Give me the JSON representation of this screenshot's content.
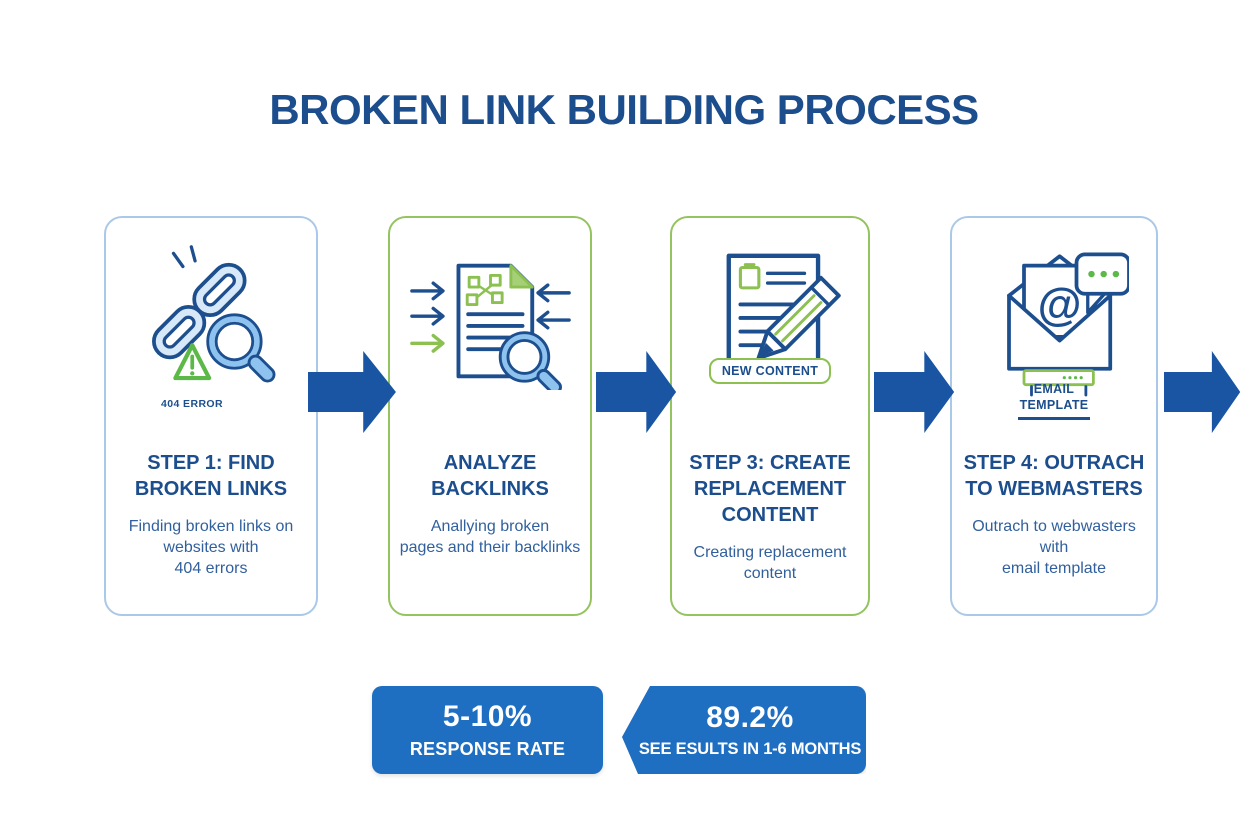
{
  "title": "BROKEN LINK BUILDING PROCESS",
  "colors": {
    "navy": "#1c4d8c",
    "desc-blue": "#31609d",
    "arrow-blue": "#1a55a3",
    "stat-blue": "#1e6ec2",
    "card-blue-border": "#aac9e8",
    "card-green-border": "#94c45f",
    "icon-blue": "#1d4f8f",
    "icon-light-blue": "#d7e9f8",
    "magnifier-blue": "#8fc3ef",
    "icon-green": "#5cb947",
    "icon-green-light": "#8cc152"
  },
  "steps": [
    {
      "icon": "broken-link-search-icon",
      "icon_label": "404 ERROR",
      "title_lines": [
        "STEP 1: FIND",
        "BROKEN LINKS"
      ],
      "desc_lines": [
        "Finding broken links on",
        "websites with",
        "404 errors"
      ]
    },
    {
      "icon": "analyze-backlinks-icon",
      "title_lines": [
        "ANALYZE",
        "BACKLINKS"
      ],
      "desc_lines": [
        "Anallying broken",
        "pages and their backlinks"
      ]
    },
    {
      "icon": "new-content-pencil-icon",
      "icon_label": "NEW CONTENT",
      "title_lines": [
        "STEP 3: CREATE",
        "REPLACEMENT",
        "CONTENT"
      ],
      "desc_lines": [
        "Creating replacement content"
      ]
    },
    {
      "icon": "email-outreach-icon",
      "icon_label_lines": [
        "EMAIL",
        "TEMPLATE"
      ],
      "title_lines": [
        "STEP 4: OUTRACH",
        "TO WEBMASTERS"
      ],
      "desc_lines": [
        "Outrach to webwasters with",
        "email template"
      ]
    }
  ],
  "stats": [
    {
      "value": "5-10%",
      "label": "RESPONSE RATE"
    },
    {
      "value": "89.2%",
      "label": "SEE ESULTS IN 1-6 MONTHS"
    }
  ]
}
